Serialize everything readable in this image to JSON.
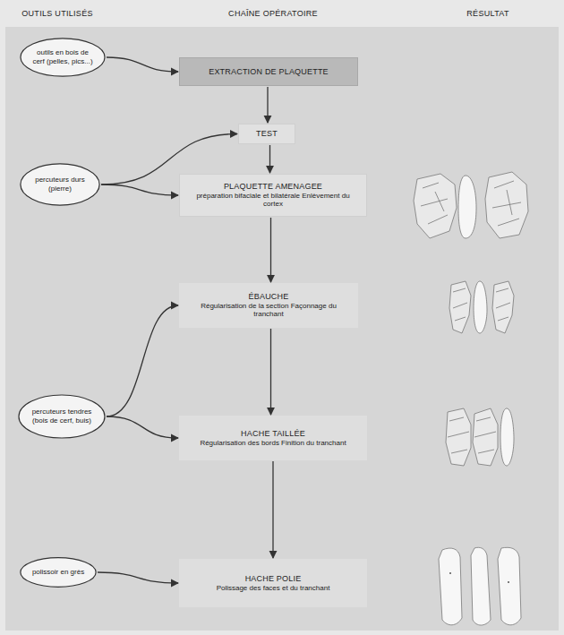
{
  "diagram": {
    "nodes": [
      {
        "text": [
          "outils en bois de cerf (pelles, pics...)"
        ]
      },
      {
        "text": [
          "EXTRACTION DE PLAQUETTE"
        ]
      },
      {
        "text": [
          "TEST"
        ]
      },
      {
        "text": [
          "percuteurs durs (pierre)"
        ]
      },
      {
        "text": [
          "PLAQUETTE AMENAGEE",
          "préparation bifaciale et bilatérale Enlèvement du cortex"
        ]
      },
      {
        "text": [
          "ÉBAUCHE",
          "Régularisation de la section Façonnage du tranchant"
        ]
      },
      {
        "text": [
          "percuteurs tendres (bois de cerf, buis)"
        ]
      },
      {
        "text": [
          "HACHE TAILLÉE",
          "Régularisation des bords Finition du tranchant"
        ]
      },
      {
        "text": [
          "polissoir en grès"
        ]
      },
      {
        "text": [
          "HACHE POLIE",
          "Polissage des faces et du tranchant"
        ]
      }
    ],
    "edges": [
      {
        "from": 0,
        "to": 1,
        "arrow": "to"
      },
      {
        "from": 1,
        "to": 2,
        "arrow": "to"
      },
      {
        "from": 3,
        "to": 2,
        "arrow": "to"
      },
      {
        "from": 3,
        "to": 4,
        "arrow": "to"
      },
      {
        "from": 2,
        "to": 4,
        "arrow": "to"
      },
      {
        "from": 4,
        "to": 5,
        "arrow": "to"
      },
      {
        "from": 6,
        "to": 5,
        "arrow": "to"
      },
      {
        "from": 6,
        "to": 7,
        "arrow": "to"
      },
      {
        "from": 5,
        "to": 7,
        "arrow": "to"
      },
      {
        "from": 7,
        "to": 9,
        "arrow": "to"
      },
      {
        "from": 8,
        "to": 9,
        "arrow": "to"
      }
    ],
    "labels": [
      "OUTILS UTILISÉS",
      "CHAÎNE OPÉRATOIRE",
      "RÉSULTAT"
    ]
  }
}
